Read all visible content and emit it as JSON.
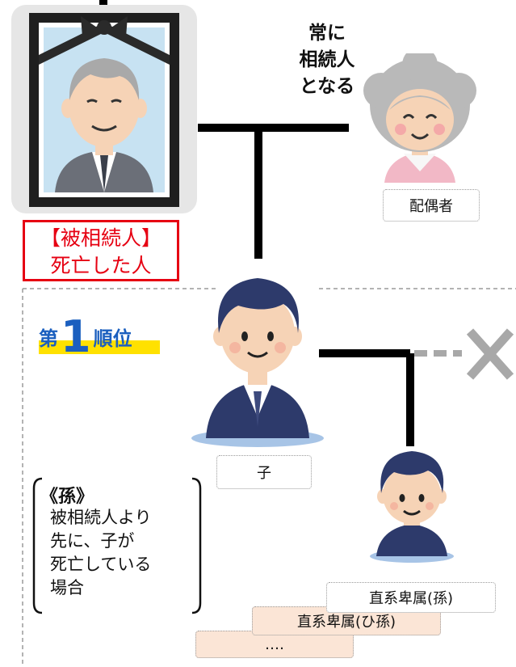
{
  "deceased": {
    "label_line1": "【被相続人】",
    "label_line2": "死亡した人"
  },
  "spouse": {
    "note_line1": "常に",
    "note_line2": "相続人",
    "note_line3": "となる",
    "label": "配偶者"
  },
  "rank": {
    "prefix": "第",
    "number": "1",
    "suffix": "順位"
  },
  "child": {
    "label": "子"
  },
  "grandchild": {
    "label": "直系卑属(孫)"
  },
  "great_grandchild": {
    "label": "直系卑属(ひ孫)"
  },
  "more": {
    "label": "‥‥"
  },
  "note": {
    "title": "《孫》",
    "line1": "被相続人より",
    "line2": "先に、子が",
    "line3": "死亡している",
    "line4": "場合"
  },
  "colors": {
    "line": "#000000",
    "deceased_label": "#e60012",
    "rank_text": "#1b5fbf",
    "rank_highlight": "#ffe100",
    "suit": "#2d3a6b",
    "cross": "#a8a8a8",
    "peach_box": "#fbe5d6"
  }
}
